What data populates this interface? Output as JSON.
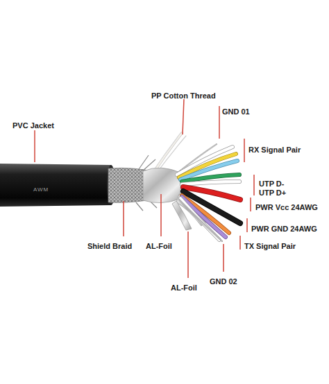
{
  "diagram": {
    "labels": [
      "PP Cotton Thread",
      "GND 01",
      "PVC Jacket",
      "RX Signal Pair",
      "UTP D-",
      "UTP D+",
      "PWR Vcc 24AWG",
      "Shield Braid",
      "AL-Foil",
      "PWR GND 24AWG",
      "TX Signal Pair",
      "GND 02",
      "AL-Foil",
      "AWM"
    ]
  }
}
